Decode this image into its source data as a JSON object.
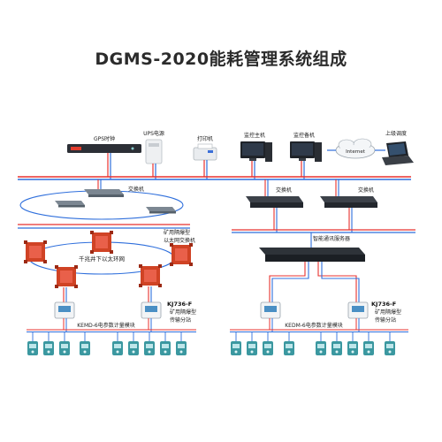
{
  "title": "DGMS-2020能耗管理系统组成",
  "labels": {
    "gps": "GPS时钟",
    "ups": "UPS电源",
    "printer": "打印机",
    "host": "监控主机",
    "backup": "监控备机",
    "internet": "Internet",
    "remote": "上级调度",
    "switch": "交换机",
    "server": "智能通讯服务器",
    "explosion_switch_line1": "矿用隔爆型",
    "explosion_switch_line2": "以太网交换机",
    "ring": "千兆井下以太环网",
    "station_model": "KJ736-F",
    "station_line1": "矿用隔爆型",
    "station_line2": "传输分站",
    "module_left": "KEMD-6电参数计量模块",
    "module_right": "KEDM-6电参数计量模块"
  },
  "colors": {
    "red": "#e8312f",
    "blue": "#2f6fdc",
    "device": "#3b98a0",
    "explosion": "#d04325"
  }
}
